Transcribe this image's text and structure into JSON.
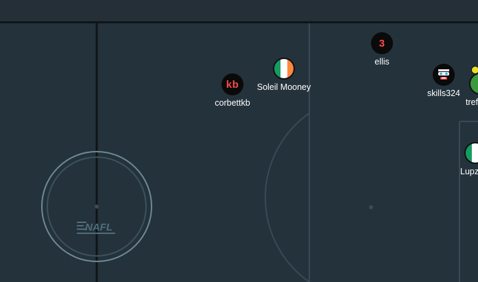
{
  "logo_text": "NAFL",
  "players": [
    {
      "id": "corbettkb",
      "avatar_text": "kb",
      "name": "corbettkb"
    },
    {
      "id": "soleil",
      "avatar_text": "",
      "name": "Soleil Mooney"
    },
    {
      "id": "ellis",
      "avatar_text": "3",
      "name": "ellis"
    },
    {
      "id": "skills324",
      "avatar_text": "",
      "name": "skills324"
    },
    {
      "id": "tref",
      "avatar_text": "",
      "name": "tref"
    },
    {
      "id": "lupz",
      "avatar_text": "",
      "name": "Lupz"
    }
  ],
  "colors": {
    "field": "#24323c",
    "lines": "#394a55",
    "circle": "#6f8a94",
    "accent_red": "#ff4a4a",
    "ireland_green": "#169b62",
    "ireland_white": "#ffffff",
    "ireland_orange": "#ff883e",
    "badge_yellow": "#e6e02a"
  },
  "icons": {
    "soleil": "ireland-flag-icon",
    "skills324": "masked-face-icon",
    "tref": "green-avatar-icon",
    "lupz": "green-flag-avatar-icon"
  }
}
